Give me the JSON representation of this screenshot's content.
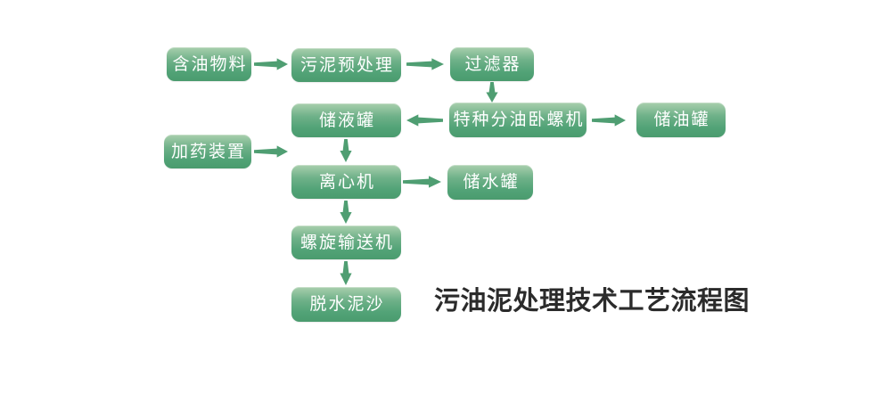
{
  "diagram": {
    "type": "flowchart",
    "title": "污油泥处理技术工艺流程图",
    "nodes": [
      {
        "id": "oily-material",
        "label": "含油物料"
      },
      {
        "id": "sludge-pretreatment",
        "label": "污泥预处理"
      },
      {
        "id": "filter",
        "label": "过滤器"
      },
      {
        "id": "liquid-storage-tank",
        "label": "储液罐"
      },
      {
        "id": "special-oil-decanter",
        "label": "特种分油卧螺机"
      },
      {
        "id": "oil-storage-tank",
        "label": "储油罐"
      },
      {
        "id": "dosing-device",
        "label": "加药装置"
      },
      {
        "id": "centrifuge",
        "label": "离心机"
      },
      {
        "id": "water-storage-tank",
        "label": "储水罐"
      },
      {
        "id": "screw-conveyor",
        "label": "螺旋输送机"
      },
      {
        "id": "dewatered-sediment",
        "label": "脱水泥沙"
      }
    ],
    "edges": [
      {
        "from": "含油物料",
        "to": "污泥预处理",
        "direction": "right"
      },
      {
        "from": "污泥预处理",
        "to": "过滤器",
        "direction": "right"
      },
      {
        "from": "过滤器",
        "to": "特种分油卧螺机",
        "direction": "down"
      },
      {
        "from": "特种分油卧螺机",
        "to": "储液罐",
        "direction": "left"
      },
      {
        "from": "特种分油卧螺机",
        "to": "储油罐",
        "direction": "right"
      },
      {
        "from": "加药装置",
        "to": "离心机",
        "direction": "right"
      },
      {
        "from": "储液罐",
        "to": "离心机",
        "direction": "down"
      },
      {
        "from": "离心机",
        "to": "储水罐",
        "direction": "right"
      },
      {
        "from": "离心机",
        "to": "螺旋输送机",
        "direction": "down"
      },
      {
        "from": "螺旋输送机",
        "to": "脱水泥沙",
        "direction": "down"
      }
    ],
    "colors": {
      "box_top": "#a9cfad",
      "box_mid": "#6fb189",
      "box_low": "#52a377",
      "box_bottom": "#4a9b6e",
      "arrow": "#4f9e72",
      "box_text": "#ffffff",
      "title_color": "#2b2b2b",
      "page_bg": "#ffffff"
    }
  }
}
